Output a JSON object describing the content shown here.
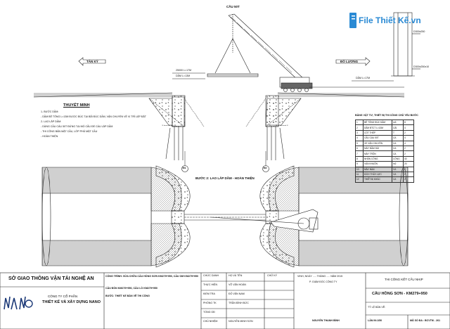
{
  "drawing": {
    "left_dir": "TÂN KỲ",
    "right_dir": "ĐÔ LƯƠNG",
    "crane_label": "CẦU 50T",
    "left_dim1": "25000 L=17M",
    "left_dim2": "DẦM L=13M",
    "right_dim": "DẦM L=17M",
    "step_title": "BƯỚC 2: LAO LẮP DẦM - HOÀN THIỆN",
    "pier_m1": "M1",
    "pier_m2": "M2"
  },
  "method": {
    "title": "THUYẾT MINH",
    "lines": [
      "1- BƯỚC DẦM:",
      "- DẦM BÊ TÔNG L=13M ĐƯỢC ĐÚC TẠI BÃI ĐÚC DẦM, VẬN CHUYỂN VỀ VỊ TRÍ LẮP ĐẶT",
      "2- LAO LẮP DẦM:",
      "- DÙNG CẦU CẨU 50T ĐỨNG TẠI MỐ CẦU ĐỂ CẨU LẮP DẦM",
      "- THI CÔNG BẢN MẶT CẦU, LỚP PHỦ MẶT CẦU",
      "- HOÀN THIỆN"
    ]
  },
  "detail": {
    "label1": "D300x250",
    "label2": "D300x250x10",
    "watermark": "File Thiết Kế.vn"
  },
  "materials": {
    "title": "BẢNG VẬT TƯ, THIẾT BỊ THI CÔNG CHỦ YẾU BƯỚC",
    "rows": [
      [
        "1",
        "BÊ TÔNG ĐÚC DẦM",
        "m3",
        "8"
      ],
      [
        "2",
        "DẦM BTCT L=13M",
        "CÁI",
        "4"
      ],
      [
        "3",
        "CỐT THÉP",
        "T",
        "2"
      ],
      [
        "4",
        "CẦU CẨU 50T",
        "CA",
        "4"
      ],
      [
        "5",
        "XE VẬN CHUYỂN",
        "CA",
        "4"
      ],
      [
        "6",
        "MÁY ĐẦM DÙI",
        "CA",
        "2"
      ],
      [
        "7",
        "MÁY TRỘN",
        "CA",
        "2"
      ],
      [
        "8",
        "NHÂN CÔNG",
        "CÔNG",
        "40"
      ],
      [
        "9",
        "VÁN KHUÔN",
        "m2",
        "20"
      ],
      [
        "10",
        "MÁY HÀN",
        "CA",
        "2"
      ],
      [
        "11",
        "KÍCH THỦY LỰC",
        "CA",
        "2"
      ],
      [
        "12",
        "THIẾT BỊ KHÁC",
        "CA",
        "2"
      ]
    ]
  },
  "title_block": {
    "dept": "SỞ GIAO THÔNG VẬN TẢI NGHỆ AN",
    "company_line1": "CÔNG TY CỔ PHẦN",
    "company_line2": "THIẾT KẾ VÀ XÂY DỰNG NANO",
    "project_label": "CÔNG TRÌNH: SỬA CHỮA CẦU HỒNG SƠN KM279+950, CẦU OM KM279+950",
    "scope": "CẦU ĐÒN KM279+950, CẦU LÒ KM279+950",
    "step": "BƯỚC: THIẾT KẾ BẢN VẼ THI CÔNG",
    "roles": [
      "CHỨC DANH",
      "THỰC HIỆN",
      "KIỂM TRA",
      "PHÒNG TK",
      "TỔNG GĐ",
      "CHỦ NHIỆM"
    ],
    "names_header": "HỌ VÀ TÊN",
    "signature_header": "CHỮ KÝ",
    "names": [
      "",
      "VÕ VĂN HOÀN",
      "ĐỖ VĂN NAM",
      "TRẦN ĐÌNH ĐỨC",
      "",
      "NGUYỄN MINH SƠN"
    ],
    "date": "VINH, NGÀY ..... THÁNG ..... NĂM 2015",
    "director": "P. GIÁM ĐỐC CÔNG TY",
    "director_name": "NGUYỄN THANH BÌNH",
    "sheet_title": "THI CÔNG KẾT CẤU NHỊP",
    "bridge": "CẦU HỒNG SƠN - KM279+950",
    "scale": "TỶ LỆ BẢN VẼ:",
    "sheet_no": "LẦN IN:1/50",
    "code": "MÃ SỐ ĐA : BCVTM - 261"
  }
}
